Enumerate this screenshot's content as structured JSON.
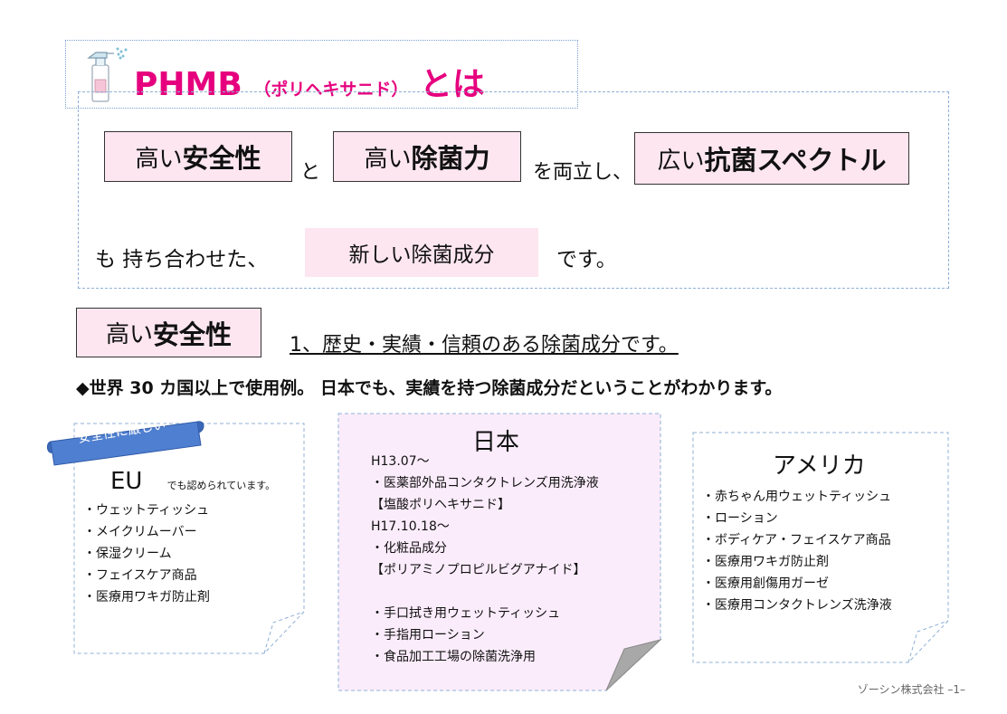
{
  "title": {
    "main": "PHMB",
    "paren": "（ポリヘキサニド）",
    "suffix": "とは"
  },
  "intro": {
    "label_safety_prefix": "高い",
    "label_safety_bold": "安全性",
    "conn_to": "と",
    "label_sterile_prefix": "高い",
    "label_sterile_bold": "除菌力",
    "conn_ryoritsu": "を両立し、",
    "label_spectrum_prefix": "広い",
    "label_spectrum_bold": "抗菌スペクトル",
    "line2_pre": "も 持ち合わせた、",
    "line2_new": "新しい除菌成分",
    "line2_post": "です。"
  },
  "section": {
    "label_prefix": "高い",
    "label_bold": "安全性",
    "title": "1、歴史・実績・信頼のある除菌成分です。",
    "world_note": "◆世界 30 カ国以上で使用例。 日本でも、実績を持つ除菌成分だということがわかります。"
  },
  "eu_card": {
    "ribbon": "安全性に厳しい",
    "title": "EU",
    "title_note": "でも認められています。",
    "items": [
      "・ウェットティッシュ",
      "・メイクリムーバー",
      "・保湿クリーム",
      "・フェイスケア商品",
      "・医療用ワキガ防止剤"
    ]
  },
  "japan_card": {
    "title": "日本",
    "items": [
      "H13.07～",
      "・医薬部外品コンタクトレンズ用洗浄液",
      "【塩酸ポリヘキサニド】",
      "H17.10.18～",
      "・化粧品成分",
      "【ポリアミノプロピルビグアナイド】",
      "",
      "・手口拭き用ウェットティッシュ",
      "・手指用ローション",
      "・食品加工工場の除菌洗浄用"
    ]
  },
  "usa_card": {
    "title": "アメリカ",
    "items": [
      "・赤ちゃん用ウェットティッシュ",
      "・ローション",
      "・ボディケア・フェイスケア商品",
      "・医療用ワキガ防止剤",
      "・医療用創傷用ガーゼ",
      "・医療用コンタクトレンズ洗浄液"
    ]
  },
  "footer": "ゾーシン株式会社 –1–",
  "colors": {
    "accent": "#e6007e",
    "pink_fill": "#fde6ef",
    "lilac_fill": "#fbecfb",
    "dash": "#8fb0d6",
    "ribbon": "#4f7fd0"
  }
}
